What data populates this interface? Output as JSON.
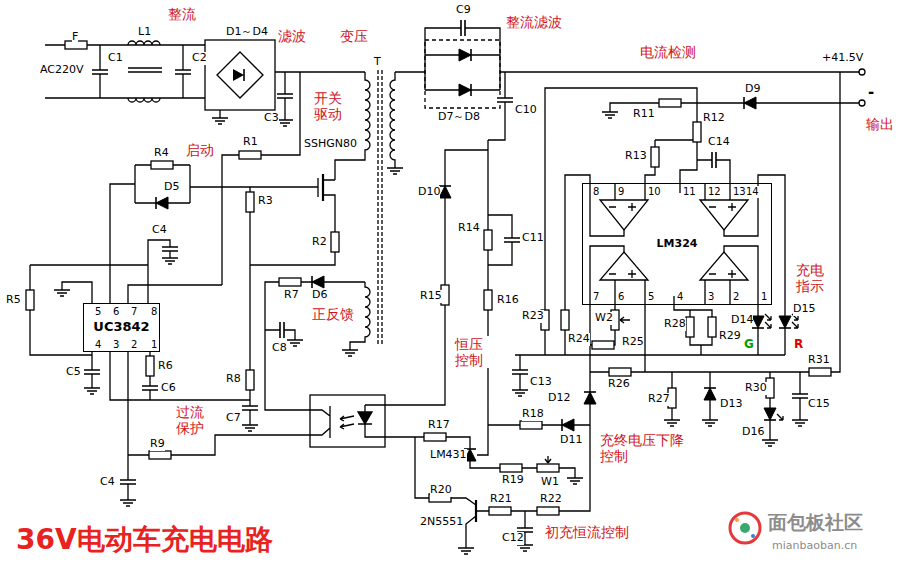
{
  "diagram": {
    "title": "36V电动车充电电路",
    "nodes": [
      {
        "text": [
          "UC3842"
        ]
      },
      {
        "text": [
          "LM324"
        ]
      }
    ],
    "labels": [
      "整流",
      "滤波",
      "变压",
      "整流滤波",
      "电流检测",
      "输出",
      "开关 驱动",
      "启动",
      "正反馈",
      "恒压 控制",
      "充电 指示",
      "过流 保护",
      "充终电压下降 控制",
      "初充恒流控制",
      "R",
      "G",
      "F",
      "AC220V",
      "C1",
      "L1",
      "C2",
      "D1～D4",
      "C3",
      "T",
      "SSHGN80",
      "R1",
      "R4",
      "D5",
      "R3",
      "C4",
      "R2",
      "R5",
      "5",
      "6",
      "7",
      "8",
      "4",
      "3",
      "2",
      "1",
      "R6",
      "C6",
      "C5",
      "R7",
      "D6",
      "C8",
      "R8",
      "C7",
      "R9",
      "C4",
      "C9",
      "D7～D8",
      "C10",
      "+41.5V",
      "-",
      "R11",
      "D9",
      "R12",
      "R13",
      "C14",
      "D10",
      "R14",
      "C11",
      "8",
      "9",
      "10",
      "11",
      "12",
      "13",
      "14",
      "7",
      "6",
      "5",
      "4",
      "3",
      "2",
      "1",
      "R15",
      "R16",
      "R23",
      "R24",
      "W2",
      "R25",
      "R28",
      "R29",
      "D14",
      "D15",
      "C13",
      "D12",
      "R26",
      "R27",
      "D13",
      "R31",
      "R30",
      "C15",
      "D16",
      "R17",
      "LM431",
      "R18",
      "D11",
      "R19",
      "W1",
      "R20",
      "2N5551",
      "R21",
      "R22",
      "C12",
      "面包板社区",
      "mianbaoban.cn"
    ]
  }
}
